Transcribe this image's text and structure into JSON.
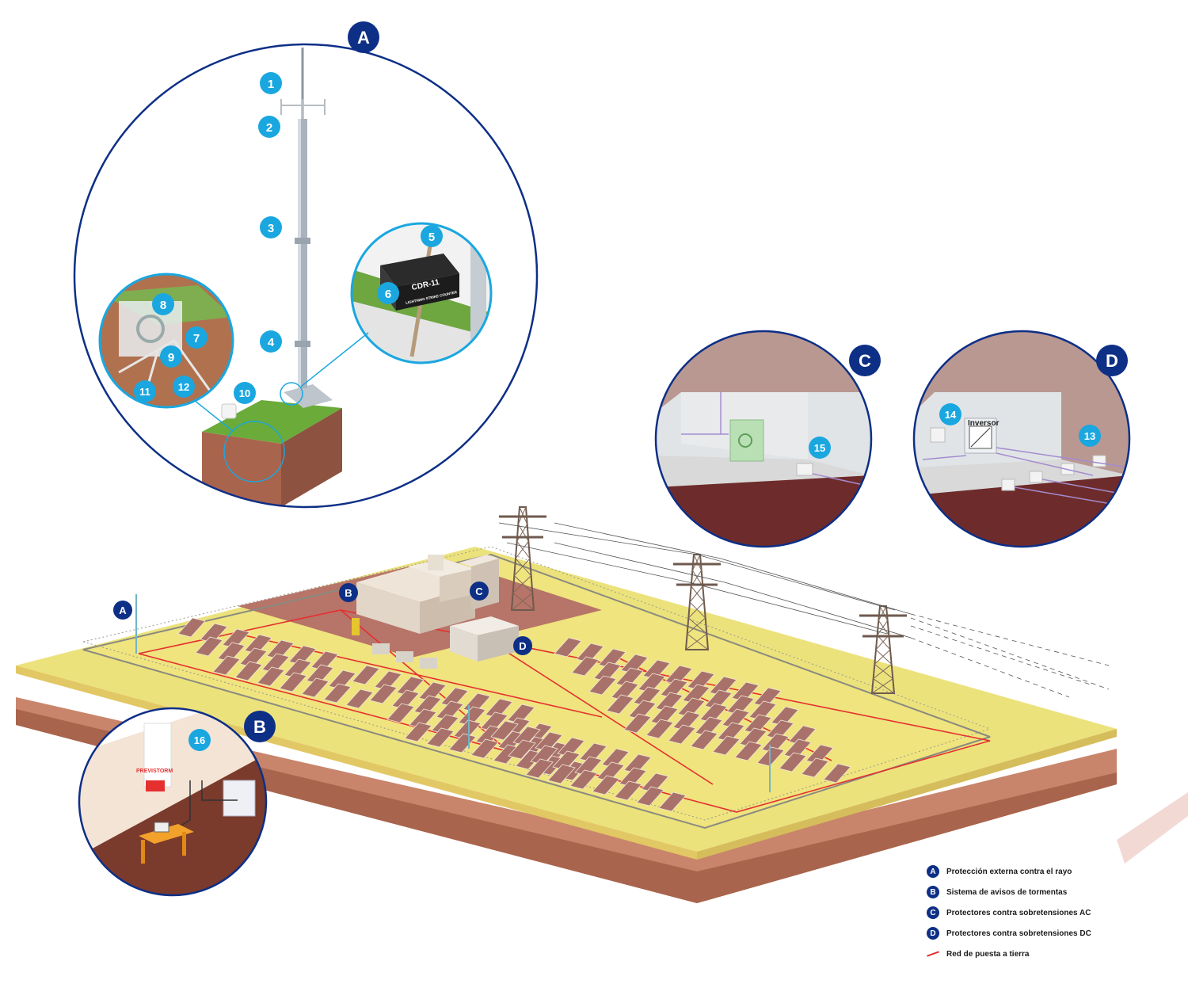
{
  "markers": {
    "A": "A",
    "B": "B",
    "C": "C",
    "D": "D"
  },
  "callouts": {
    "n1": "1",
    "n2": "2",
    "n3": "3",
    "n4": "4",
    "n5": "5",
    "n6": "6",
    "n7": "7",
    "n8": "8",
    "n9": "9",
    "n10": "10",
    "n11": "11",
    "n12": "12",
    "n13": "13",
    "n14": "14",
    "n15": "15",
    "n16": "16"
  },
  "device_labels": {
    "counter_model": "CDR-11",
    "counter_caption": "LIGHTNING STRIKE COUNTER",
    "inverter": "Inversor",
    "storm_brand": "PREVISTORM"
  },
  "legend": [
    {
      "badge": "A",
      "text": "Protección externa contra el rayo"
    },
    {
      "badge": "B",
      "text": "Sistema de avisos de tormentas"
    },
    {
      "badge": "C",
      "text": "Protectores contra sobretensiones AC"
    },
    {
      "badge": "D",
      "text": "Protectores contra sobretensiones DC"
    },
    {
      "badge": "",
      "text": "Red de puesta a tierra"
    }
  ],
  "colors": {
    "marker_dark": "#0d2f86",
    "marker_light": "#1aa7e0",
    "ground_net": "#e53030",
    "field": "#efe37a",
    "soil": "#b7765a"
  }
}
